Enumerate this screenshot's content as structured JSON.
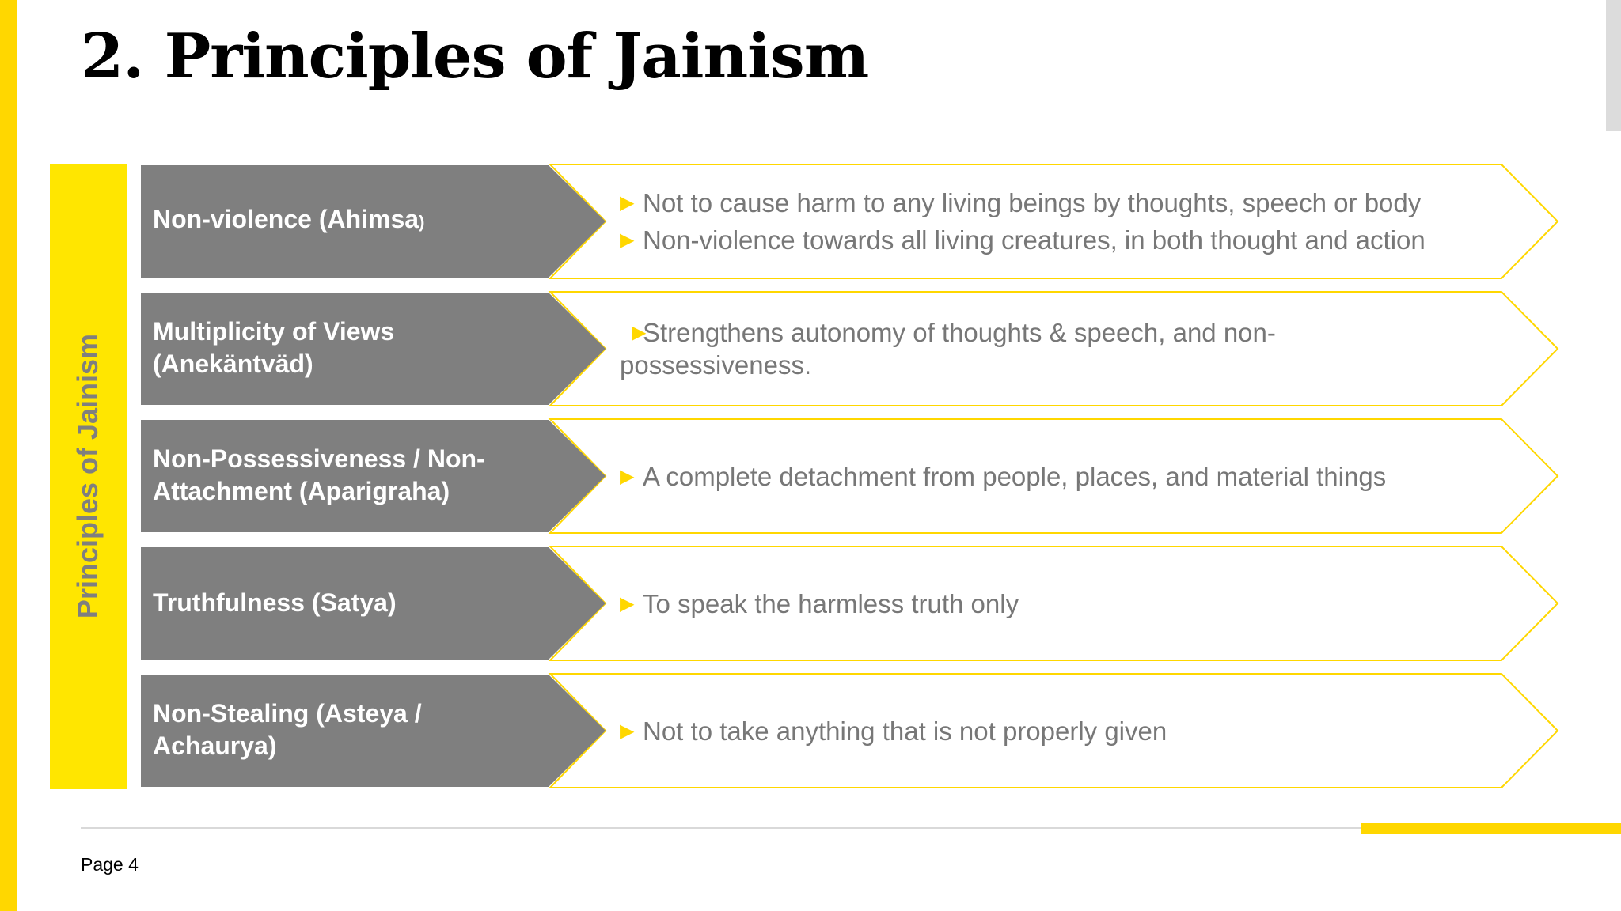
{
  "title": "2. Principles of Jainism",
  "side_label": "Principles of Jainism",
  "principles": [
    {
      "name": "Non-violence (Ahimsa",
      "name_suffix": ")",
      "bullets": [
        "Not to cause harm to any living beings by thoughts, speech or body",
        "Non-violence towards all living creatures, in both thought and action"
      ]
    },
    {
      "name_line1": "Multiplicity of Views",
      "name_line2": "(Anekäntväd)",
      "bullets": [
        "Strengthens autonomy of thoughts & speech, and non-possessiveness."
      ]
    },
    {
      "name_line1": "Non-Possessiveness / Non-",
      "name_line2": "Attachment (Aparigraha)",
      "bullets": [
        "A complete detachment from people, places, and material things"
      ]
    },
    {
      "name": "Truthfulness (Satya)",
      "bullets": [
        "To speak the harmless truth only"
      ]
    },
    {
      "name_line1": "Non-Stealing (Asteya /",
      "name_line2": "Achaurya)",
      "bullets": [
        "Not to take anything that is not properly given"
      ]
    }
  ],
  "footer": {
    "page": "Page 4"
  },
  "colors": {
    "accent": "#FFD700",
    "side_box": "#FFE600",
    "dark_box": "#7F7F7F",
    "bullet_text": "#777777"
  },
  "icons": {
    "bullet": "triangle-right-icon"
  }
}
